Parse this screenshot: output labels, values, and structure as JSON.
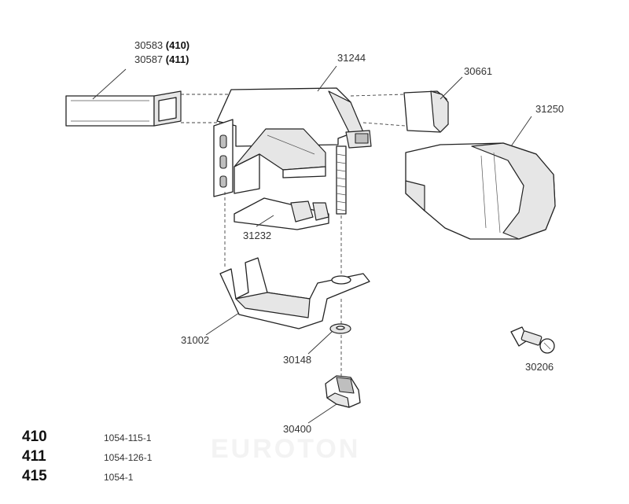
{
  "labels": {
    "bar_410_code": "30583",
    "bar_410_model": "(410)",
    "bar_411_code": "30587",
    "bar_411_model": "(411)",
    "foot_body": "31244",
    "end_cap": "30661",
    "foot_cover": "31250",
    "foot_pad": "31232",
    "bracket": "31002",
    "washer": "30148",
    "lock": "30206",
    "knob": "30400"
  },
  "models": [
    {
      "code": "410",
      "ref": "1054-115-1"
    },
    {
      "code": "411",
      "ref": "1054-126-1"
    },
    {
      "code": "415",
      "ref": "1054-1"
    }
  ],
  "watermark": "EUROTON"
}
